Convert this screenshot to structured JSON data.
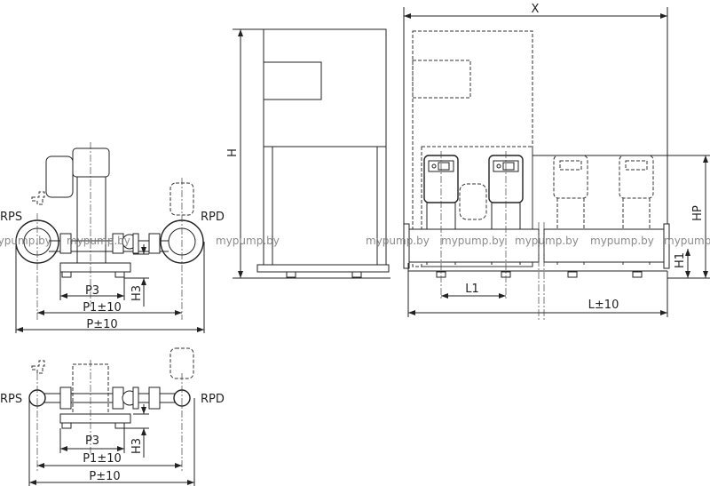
{
  "watermark": "mypump.by",
  "side_view_top": {
    "left_label": "RPS",
    "right_label": "RPD",
    "dims": {
      "p3": "P3",
      "p1": "P1±10",
      "p": "P±10",
      "h3": "H3"
    }
  },
  "side_view_bottom": {
    "left_label": "RPS",
    "right_label": "RPD",
    "dims": {
      "p3": "P3",
      "p1": "P1±10",
      "p": "P±10",
      "h3": "H3"
    }
  },
  "front_view": {
    "dims": {
      "h": "H"
    }
  },
  "rear_view": {
    "dims": {
      "x": "X",
      "hp": "HP",
      "h1": "H1",
      "l1": "L1",
      "l": "L±10"
    }
  }
}
